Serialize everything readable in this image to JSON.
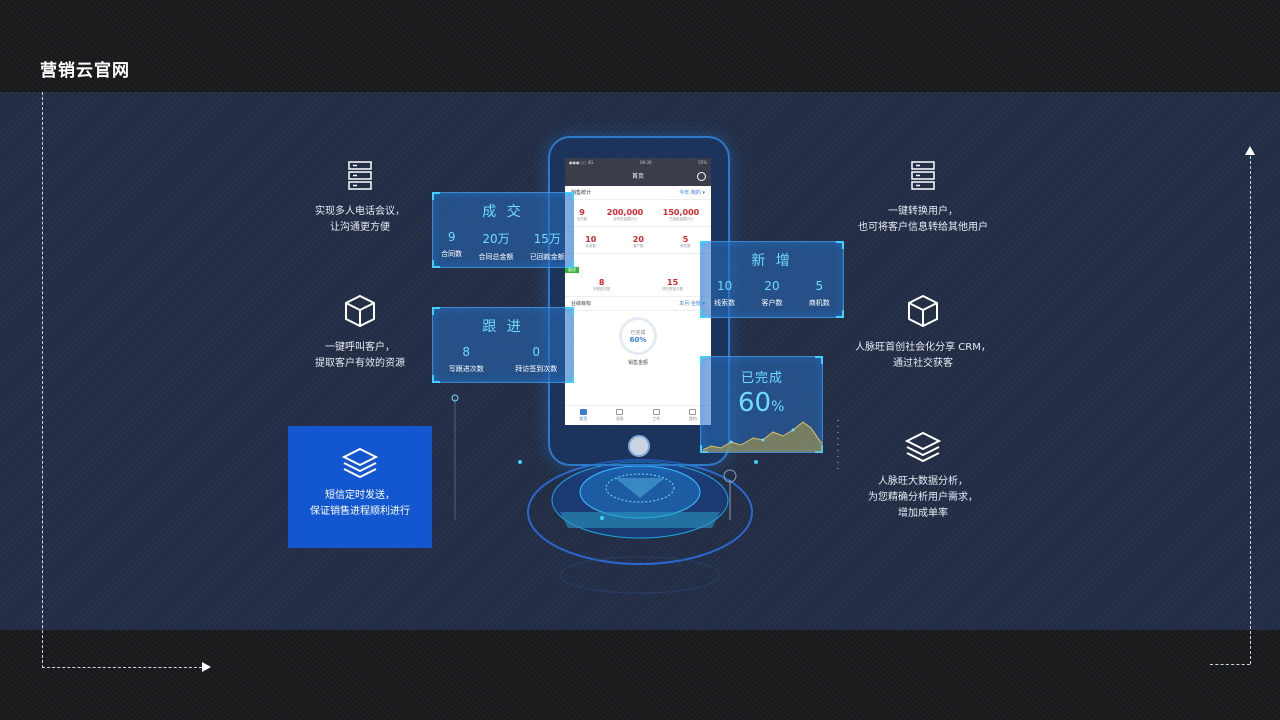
{
  "brand": {
    "title": "营销云官网"
  },
  "features": {
    "left": [
      {
        "line1": "实现多人电话会议，",
        "line2": "让沟通更方便"
      },
      {
        "line1": "一键呼叫客户，",
        "line2": "提取客户有效的资源"
      }
    ],
    "highlight": {
      "line1": "短信定时发送，",
      "line2": "保证销售进程顺利进行"
    },
    "right": [
      {
        "line1": "一键转换用户，",
        "line2": "也可将客户信息转给其他用户"
      },
      {
        "line1": "人脉旺首创社会化分享 CRM，",
        "line2": "通过社交获客"
      },
      {
        "line1": "人脉旺大数据分析，",
        "line2": "为您精确分析用户需求，",
        "line3": "增加成单率"
      }
    ]
  },
  "panels": {
    "deal": {
      "title": "成 交",
      "stats": [
        {
          "value": "9",
          "label": "合同数"
        },
        {
          "value": "20万",
          "label": "合同总金额"
        },
        {
          "value": "15万",
          "label": "已回款金额"
        }
      ]
    },
    "follow": {
      "title": "跟 进",
      "stats": [
        {
          "value": "8",
          "label": "写跟进次数"
        },
        {
          "value": "0",
          "label": "拜访签到次数"
        }
      ]
    },
    "new": {
      "title": "新 增",
      "stats": [
        {
          "value": "10",
          "label": "线索数"
        },
        {
          "value": "20",
          "label": "客户数"
        },
        {
          "value": "5",
          "label": "商机数"
        }
      ]
    },
    "done": {
      "title": "已完成",
      "percent": "60",
      "unit": "%",
      "level": 0.6
    }
  },
  "phone": {
    "status_left": "●●●○○ 4G",
    "status_time": "09:30",
    "status_right": "55%",
    "nav_title": "首页",
    "section1": {
      "title": "销售统计",
      "filter": "今年·我的 ▾"
    },
    "deal_row": [
      {
        "value": "9",
        "label": "合同数"
      },
      {
        "value": "200,000",
        "label": "合同总金额(元)"
      },
      {
        "value": "150,000",
        "label": "已回款金额(元)"
      }
    ],
    "new_row": [
      {
        "value": "10",
        "label": "线索数"
      },
      {
        "value": "20",
        "label": "客户数"
      },
      {
        "value": "5",
        "label": "商机数"
      }
    ],
    "follow_tag": "跟进",
    "follow_row": [
      {
        "value": "8",
        "label": "写跟进次数"
      },
      {
        "value": "15",
        "label": "拜访签到次数"
      }
    ],
    "section2": {
      "title": "业绩目标",
      "filter": "本月·全部 ▾"
    },
    "gauge": {
      "label": "已完成",
      "value": "60%"
    },
    "gauge_caption": "销售金额",
    "tabs": [
      "首页",
      "消息",
      "工作",
      "我的"
    ]
  },
  "colors": {
    "accent": "#6fdcff",
    "highlight_box": "#1257cf",
    "main_bg": "#25304a"
  },
  "icons": [
    "server-icon",
    "cube-icon",
    "layers-icon"
  ]
}
